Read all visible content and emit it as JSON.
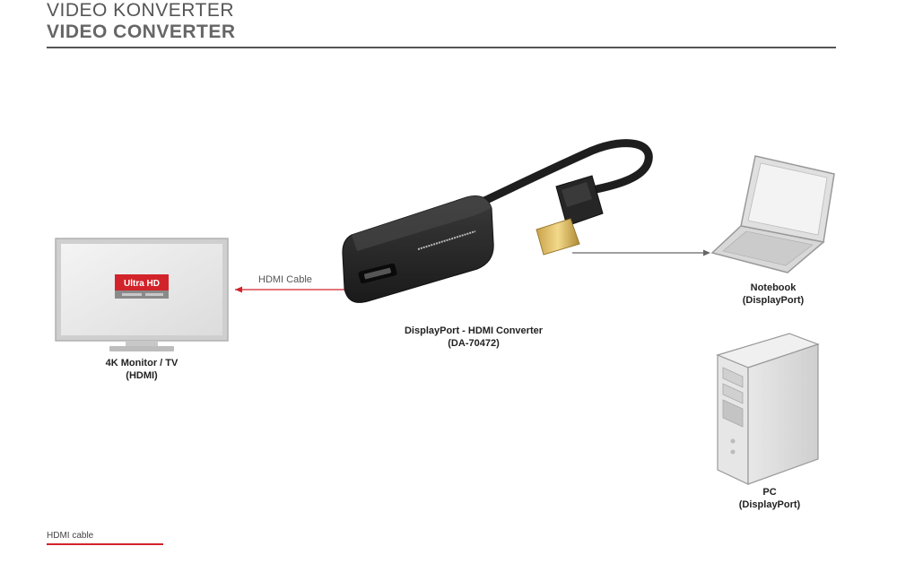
{
  "header": {
    "title_de": "VIDEO KONVERTER",
    "title_en": "VIDEO CONVERTER"
  },
  "devices": {
    "monitor": {
      "line1": "4K Monitor / TV",
      "line2": "(HDMI)",
      "badge": "Ultra HD"
    },
    "converter": {
      "line1": "DisplayPort - HDMI Converter",
      "line2": "(DA-70472)"
    },
    "notebook": {
      "line1": "Notebook",
      "line2": "(DisplayPort)"
    },
    "pc": {
      "line1": "PC",
      "line2": "(DisplayPort)"
    }
  },
  "connections": {
    "hdmi_cable_label": "HDMI Cable"
  },
  "legend": {
    "hdmi_label": "HDMI cable"
  },
  "colors": {
    "hdmi_red": "#d2232a",
    "dp_gray": "#666666"
  }
}
